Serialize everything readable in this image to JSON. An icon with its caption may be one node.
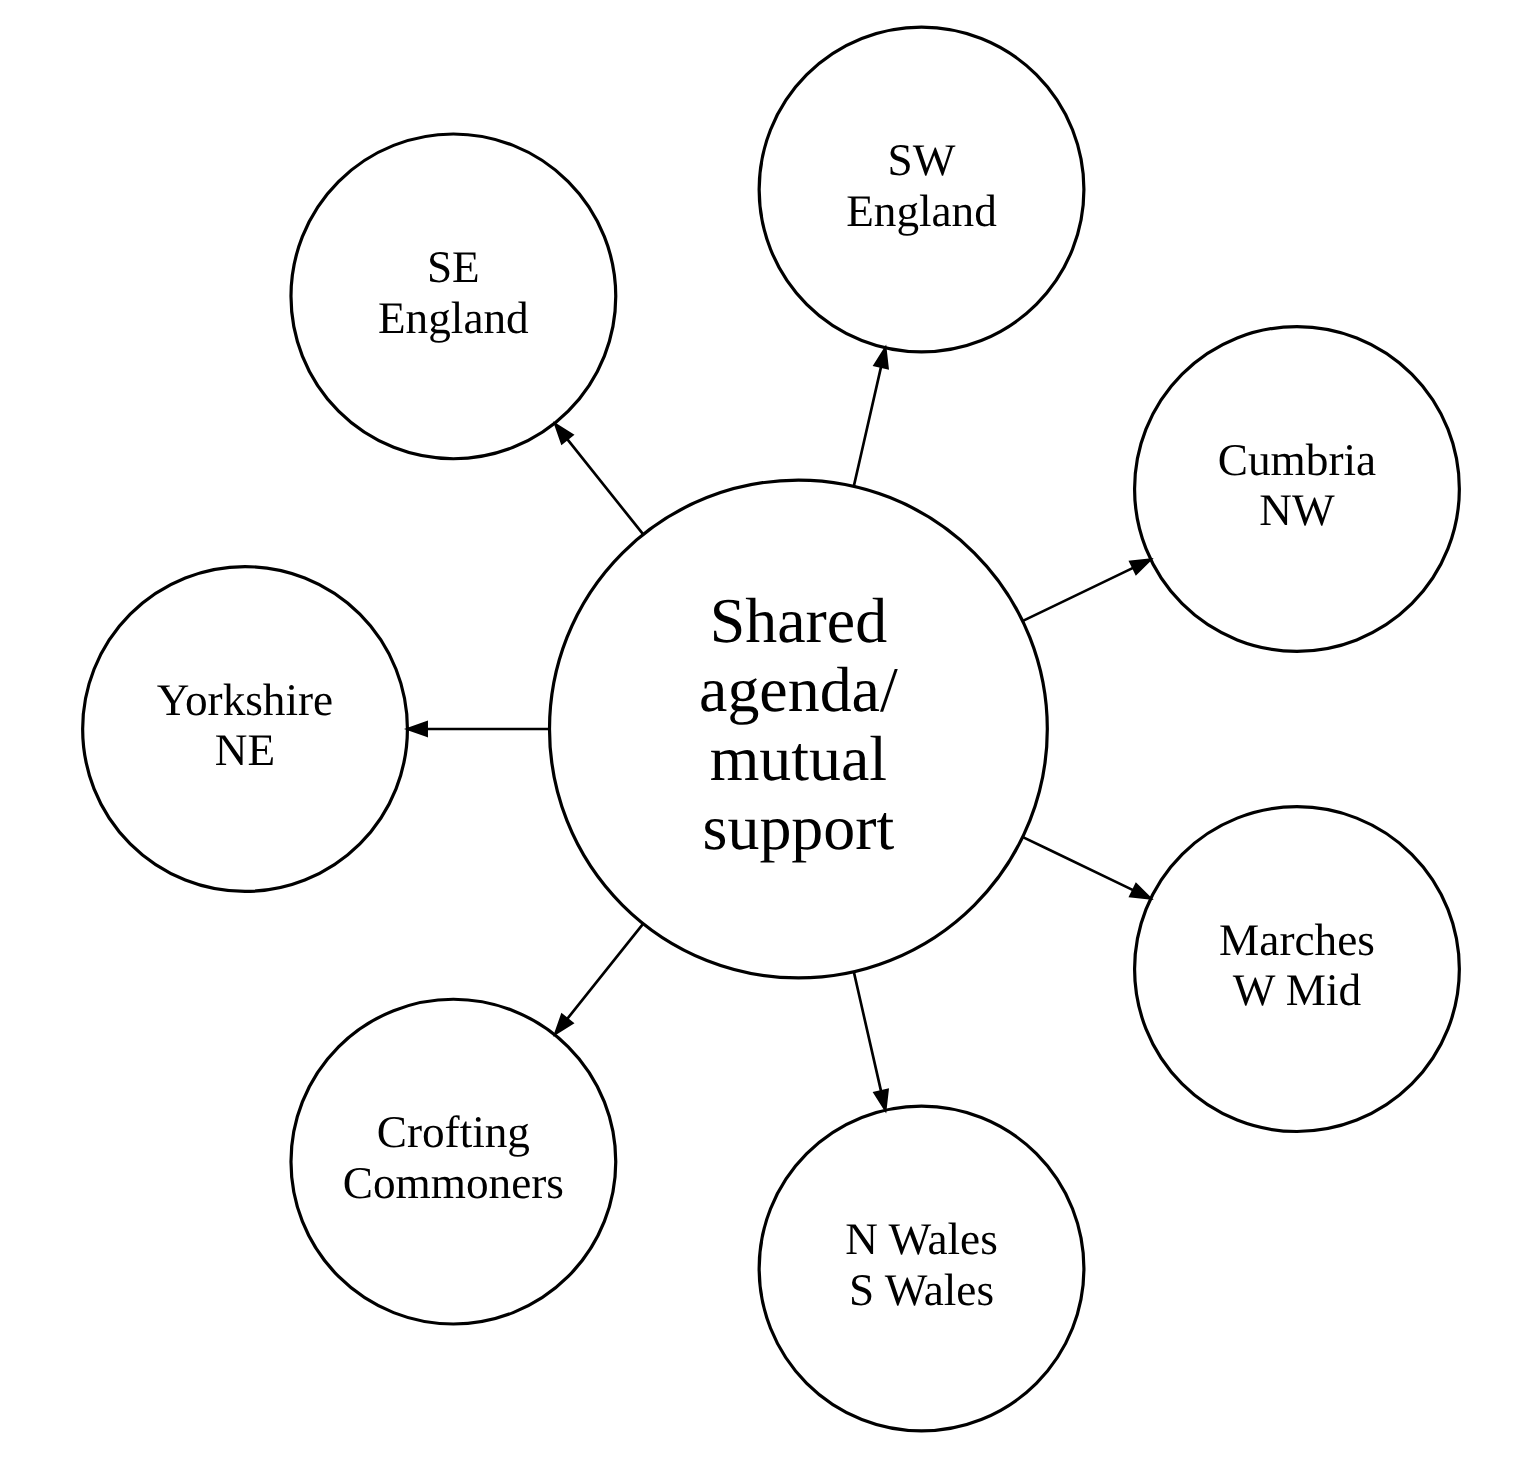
{
  "diagram": {
    "nodes": [
      {
        "text": [
          "Shared agenda/ mutual support"
        ]
      },
      {
        "text": [
          "Cumbria NW"
        ]
      },
      {
        "text": [
          "SW England"
        ]
      },
      {
        "text": [
          "SE England"
        ]
      },
      {
        "text": [
          "Yorkshire NE"
        ]
      },
      {
        "text": [
          "Crofting Commoners"
        ]
      },
      {
        "text": [
          "N Wales S Wales"
        ]
      },
      {
        "text": [
          "Marches W Mid"
        ]
      }
    ],
    "edges": [
      {
        "from": 0,
        "to": 1,
        "arrow": "to"
      },
      {
        "from": 0,
        "to": 2,
        "arrow": "to"
      },
      {
        "from": 0,
        "to": 3,
        "arrow": "to"
      },
      {
        "from": 0,
        "to": 4,
        "arrow": "to"
      },
      {
        "from": 0,
        "to": 5,
        "arrow": "to"
      },
      {
        "from": 0,
        "to": 6,
        "arrow": "to"
      },
      {
        "from": 0,
        "to": 7,
        "arrow": "to"
      }
    ]
  }
}
